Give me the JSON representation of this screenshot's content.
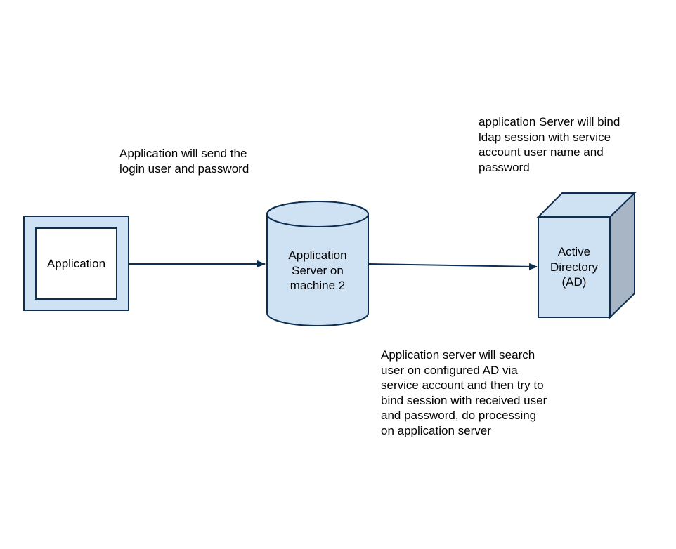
{
  "colors": {
    "shape_fill": "#cfe2f3",
    "shape_stroke": "#0d2f52",
    "inner_fill": "#ffffff",
    "cube_side": "#a7b5c4",
    "arrow": "#0d2f52"
  },
  "nodes": {
    "application": {
      "shape": "window-box",
      "label": "Application"
    },
    "app_server": {
      "shape": "cylinder",
      "label_lines": [
        "Application",
        "Server on",
        "machine 2"
      ]
    },
    "active_directory": {
      "shape": "cube",
      "label_lines": [
        "Active",
        "Directory",
        "(AD)"
      ]
    }
  },
  "edges": [
    {
      "from": "application",
      "to": "app_server"
    },
    {
      "from": "app_server",
      "to": "active_directory"
    }
  ],
  "annotations": {
    "send_credentials": [
      "Application will send the",
      "login user and password"
    ],
    "service_bind": [
      "application Server will bind",
      "ldap session with service",
      "account user name and",
      "password"
    ],
    "search_and_bind": [
      "Application server will search",
      "user on configured AD via",
      "service account and then try to",
      "bind session with received user",
      "and password, do processing",
      "on application server"
    ]
  }
}
